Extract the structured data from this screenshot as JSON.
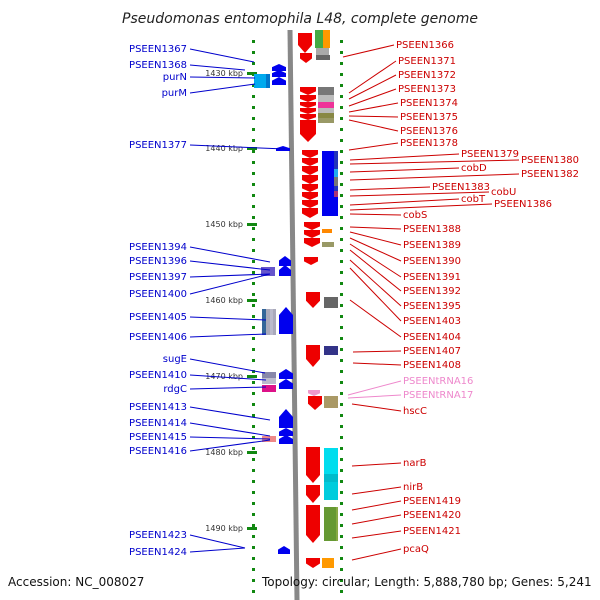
{
  "title": "Pseudomonas entomophila L48, complete genome",
  "footer": {
    "accession": "Accession: NC_008027",
    "topology": "Topology: circular; Length: 5,888,780 bp; Genes: 5,241"
  },
  "colors": {
    "left_label": "#0000cc",
    "right_label": "#cc0000",
    "trna_label": "#ee88cc",
    "strand_arrow_left": "#0000ee",
    "strand_arrow_right": "#ee0000",
    "scale_tick": "#118811",
    "backbone": "#888888"
  },
  "kbp_marks": [
    "1430 kbp",
    "1440 kbp",
    "1450 kbp",
    "1460 kbp",
    "1470 kbp",
    "1480 kbp",
    "1490 kbp"
  ],
  "left_genes": [
    "PSEEN1367",
    "PSEEN1368",
    "purN",
    "purM",
    "PSEEN1377",
    "PSEEN1394",
    "PSEEN1396",
    "PSEEN1397",
    "PSEEN1400",
    "PSEEN1405",
    "PSEEN1406",
    "sugE",
    "PSEEN1410",
    "rdgC",
    "PSEEN1413",
    "PSEEN1414",
    "PSEEN1415",
    "PSEEN1416",
    "PSEEN1423",
    "PSEEN1424"
  ],
  "right_genes": [
    "PSEEN1366",
    "PSEEN1371",
    "PSEEN1372",
    "PSEEN1373",
    "PSEEN1374",
    "PSEEN1375",
    "PSEEN1376",
    "PSEEN1378",
    "PSEEN1379",
    "PSEEN1380",
    "cobD",
    "PSEEN1382",
    "PSEEN1383",
    "cobU",
    "cobT",
    "PSEEN1386",
    "cobS",
    "PSEEN1388",
    "PSEEN1389",
    "PSEEN1390",
    "PSEEN1391",
    "PSEEN1392",
    "PSEEN1395",
    "PSEEN1403",
    "PSEEN1404",
    "PSEEN1407",
    "PSEEN1408",
    "PSEENtRNA16",
    "PSEENtRNA17",
    "hscC",
    "narB",
    "nirB",
    "PSEEN1419",
    "PSEEN1420",
    "PSEEN1421",
    "pcaQ"
  ]
}
